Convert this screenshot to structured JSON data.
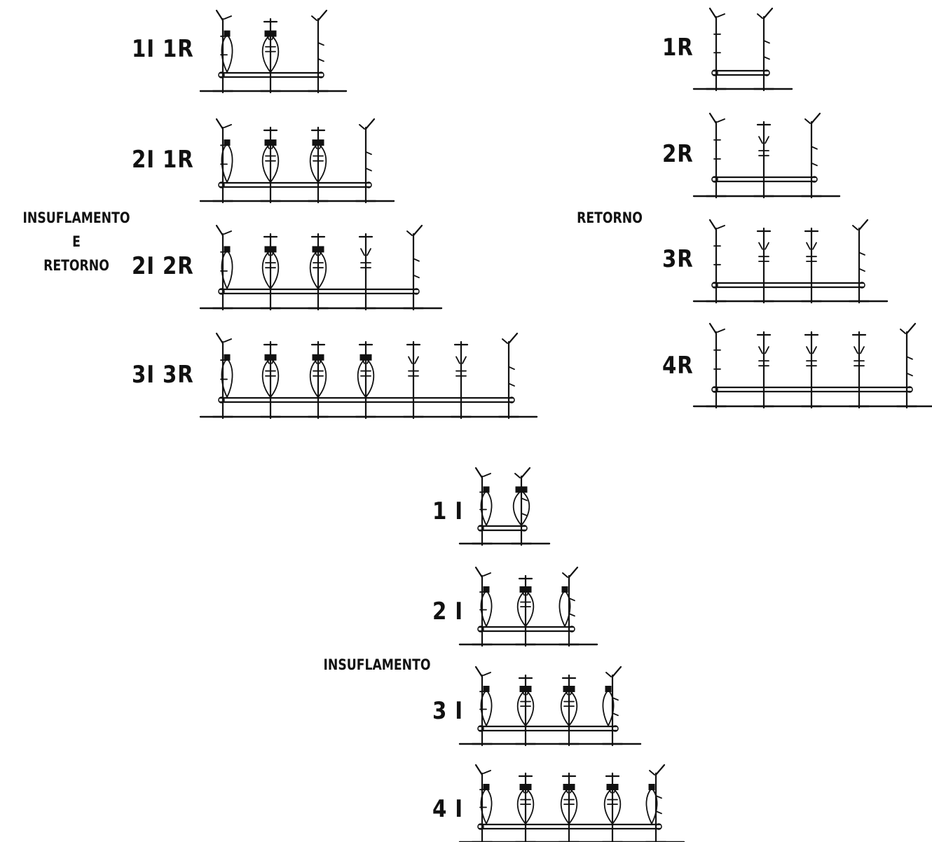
{
  "colors": {
    "ink": "#111111",
    "background": "#ffffff"
  },
  "groups": [
    {
      "id": "insuflamento-e-retorno",
      "lines": [
        "INSUFLAMENTO",
        "E",
        "RETORNO"
      ]
    },
    {
      "id": "retorno",
      "lines": [
        "RETORNO"
      ]
    },
    {
      "id": "insuflamento",
      "lines": [
        "INSUFLAMENTO"
      ]
    }
  ],
  "configurations": [
    {
      "label": "1I 1R",
      "group": "insuflamento-e-retorno",
      "supply_pockets": 2,
      "return_units": 1
    },
    {
      "label": "2I 1R",
      "group": "insuflamento-e-retorno",
      "supply_pockets": 3,
      "return_units": 1
    },
    {
      "label": "2I 2R",
      "group": "insuflamento-e-retorno",
      "supply_pockets": 3,
      "return_units": 2
    },
    {
      "label": "3I 3R",
      "group": "insuflamento-e-retorno",
      "supply_pockets": 4,
      "return_units": 3
    },
    {
      "label": "1R",
      "group": "retorno",
      "supply_pockets": 0,
      "return_units": 1
    },
    {
      "label": "2R",
      "group": "retorno",
      "supply_pockets": 0,
      "return_units": 2
    },
    {
      "label": "3R",
      "group": "retorno",
      "supply_pockets": 0,
      "return_units": 3
    },
    {
      "label": "4R",
      "group": "retorno",
      "supply_pockets": 0,
      "return_units": 4
    },
    {
      "label": "1 I",
      "group": "insuflamento",
      "supply_pockets": 2,
      "return_units": 0
    },
    {
      "label": "2 I",
      "group": "insuflamento",
      "supply_pockets": 3,
      "return_units": 0
    },
    {
      "label": "3 I",
      "group": "insuflamento",
      "supply_pockets": 4,
      "return_units": 0
    },
    {
      "label": "4 I",
      "group": "insuflamento",
      "supply_pockets": 5,
      "return_units": 0
    }
  ]
}
